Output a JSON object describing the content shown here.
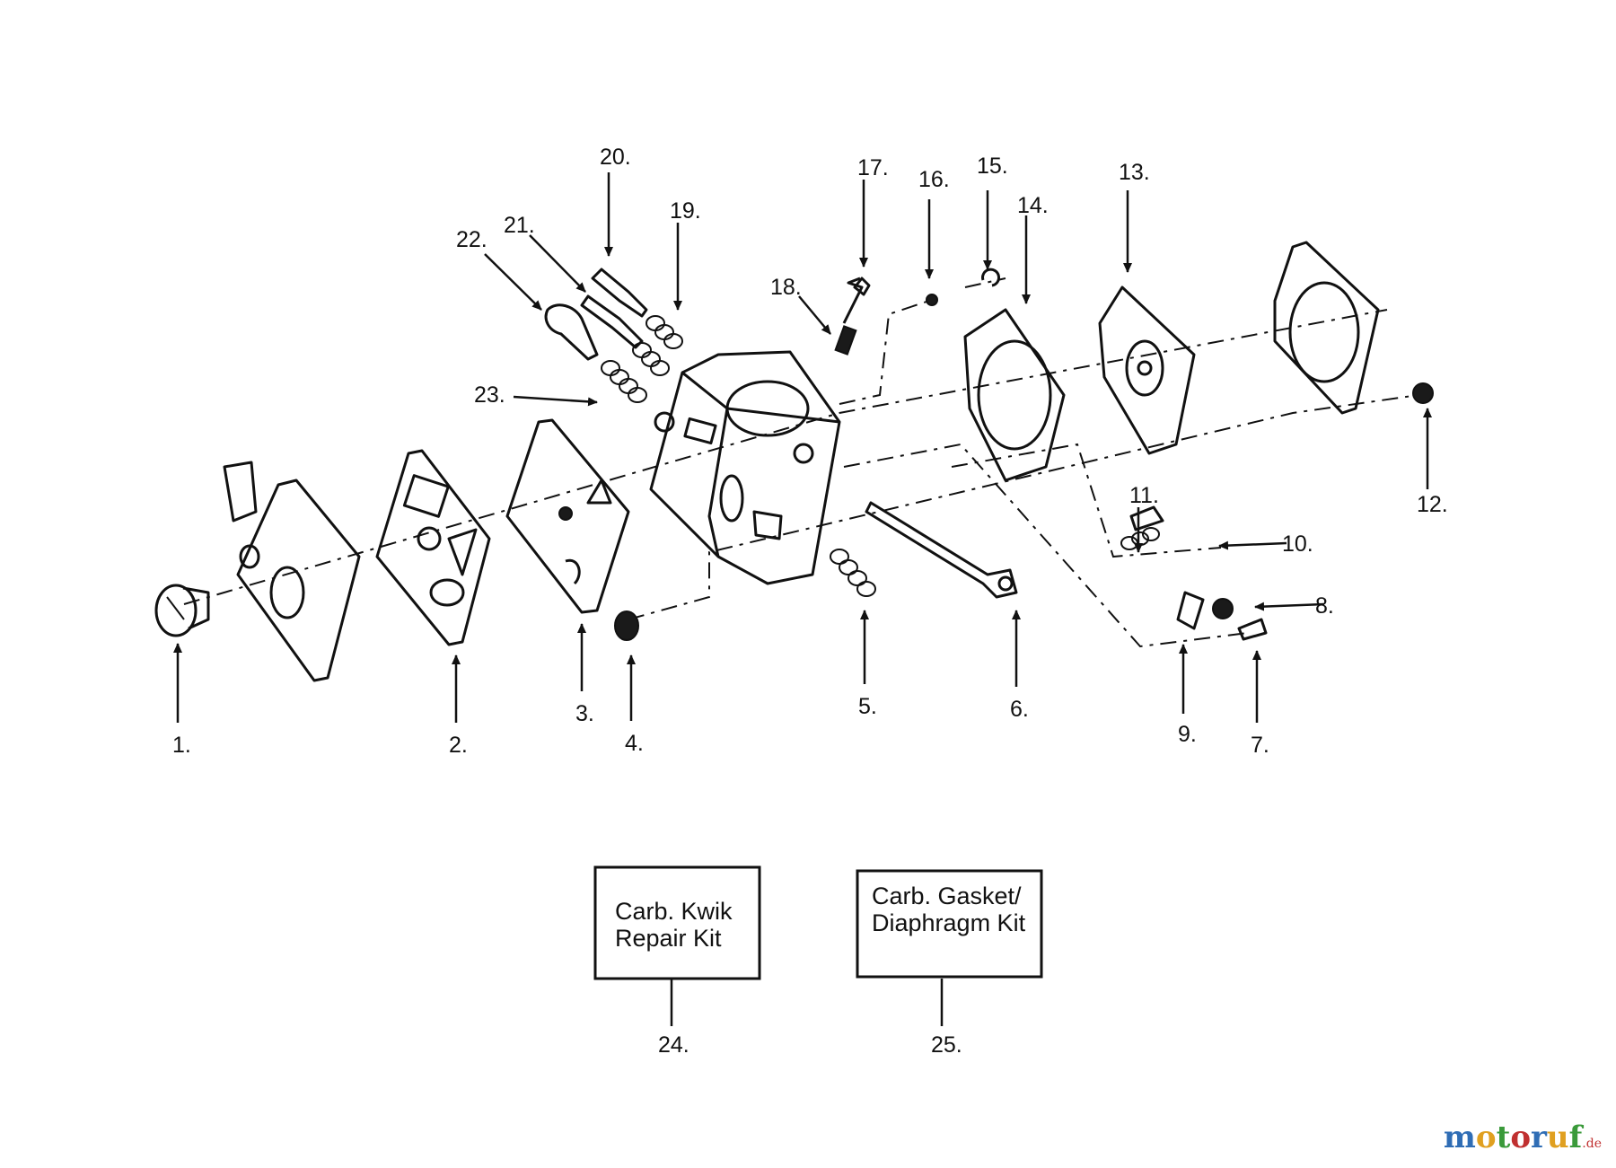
{
  "callouts": [
    {
      "num": "1."
    },
    {
      "num": "2."
    },
    {
      "num": "3."
    },
    {
      "num": "4."
    },
    {
      "num": "5."
    },
    {
      "num": "6."
    },
    {
      "num": "7."
    },
    {
      "num": "8."
    },
    {
      "num": "9."
    },
    {
      "num": "10."
    },
    {
      "num": "11."
    },
    {
      "num": "12."
    },
    {
      "num": "13."
    },
    {
      "num": "14."
    },
    {
      "num": "15."
    },
    {
      "num": "16."
    },
    {
      "num": "17."
    },
    {
      "num": "18."
    },
    {
      "num": "19."
    },
    {
      "num": "20."
    },
    {
      "num": "21."
    },
    {
      "num": "22."
    },
    {
      "num": "23."
    },
    {
      "num": "24."
    },
    {
      "num": "25."
    }
  ],
  "kits": [
    {
      "line1": "Carb. Kwik",
      "line2": "Repair Kit"
    },
    {
      "line1": "Carb. Gasket/",
      "line2": "Diaphragm Kit"
    }
  ],
  "watermark": {
    "letters": [
      "m",
      "o",
      "t",
      "o",
      "r",
      "u",
      "f"
    ],
    "letter_colors": [
      "#2f6db5",
      "#e0a020",
      "#3a9a3a",
      "#c03030",
      "#2f6db5",
      "#e0a020",
      "#3a9a3a"
    ],
    "suffix": ".de"
  }
}
